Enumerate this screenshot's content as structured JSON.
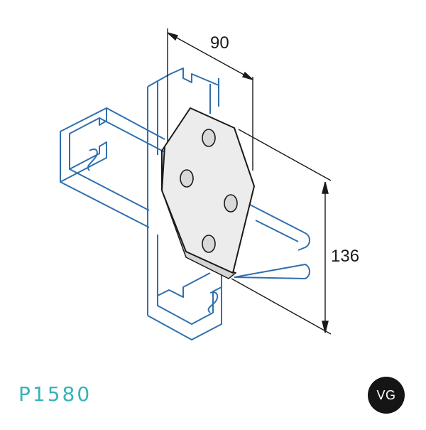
{
  "drawing": {
    "dimension_width": "90",
    "dimension_height": "136",
    "channel_color": "#2f6fae",
    "plate_fill": "#ececec",
    "plate_stroke": "#1a1a1a",
    "line_color": "#1a1a1a"
  },
  "footer": {
    "product_code": "P1580",
    "brand_badge": "VG"
  }
}
